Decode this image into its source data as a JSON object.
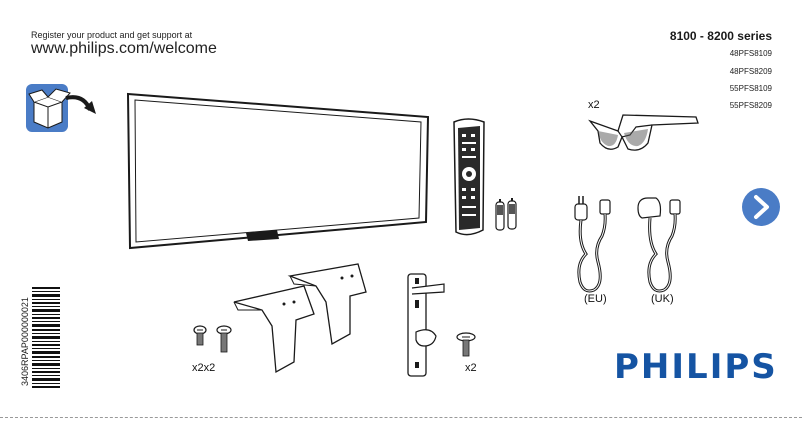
{
  "header": {
    "register_text": "Register your product and get support at",
    "url": "www.philips.com/welcome",
    "series": "8100 - 8200 series",
    "models": [
      "48PFS8109",
      "48PFS8209",
      "55PFS8109",
      "55PFS8209"
    ]
  },
  "quantities": {
    "glasses": "x2",
    "screws": "x2x2",
    "wall_screw": "x2"
  },
  "power_cords": {
    "eu_label": "(EU)",
    "uk_label": "(UK)"
  },
  "barcode_number": "3406RPAP000000021",
  "brand": "PHILIPS",
  "colors": {
    "brand_blue": "#1554a3",
    "next_button": "#4a7cc6",
    "box_icon": "#4a7cc6"
  },
  "icons": [
    "open-box-icon",
    "next-arrow-icon"
  ]
}
